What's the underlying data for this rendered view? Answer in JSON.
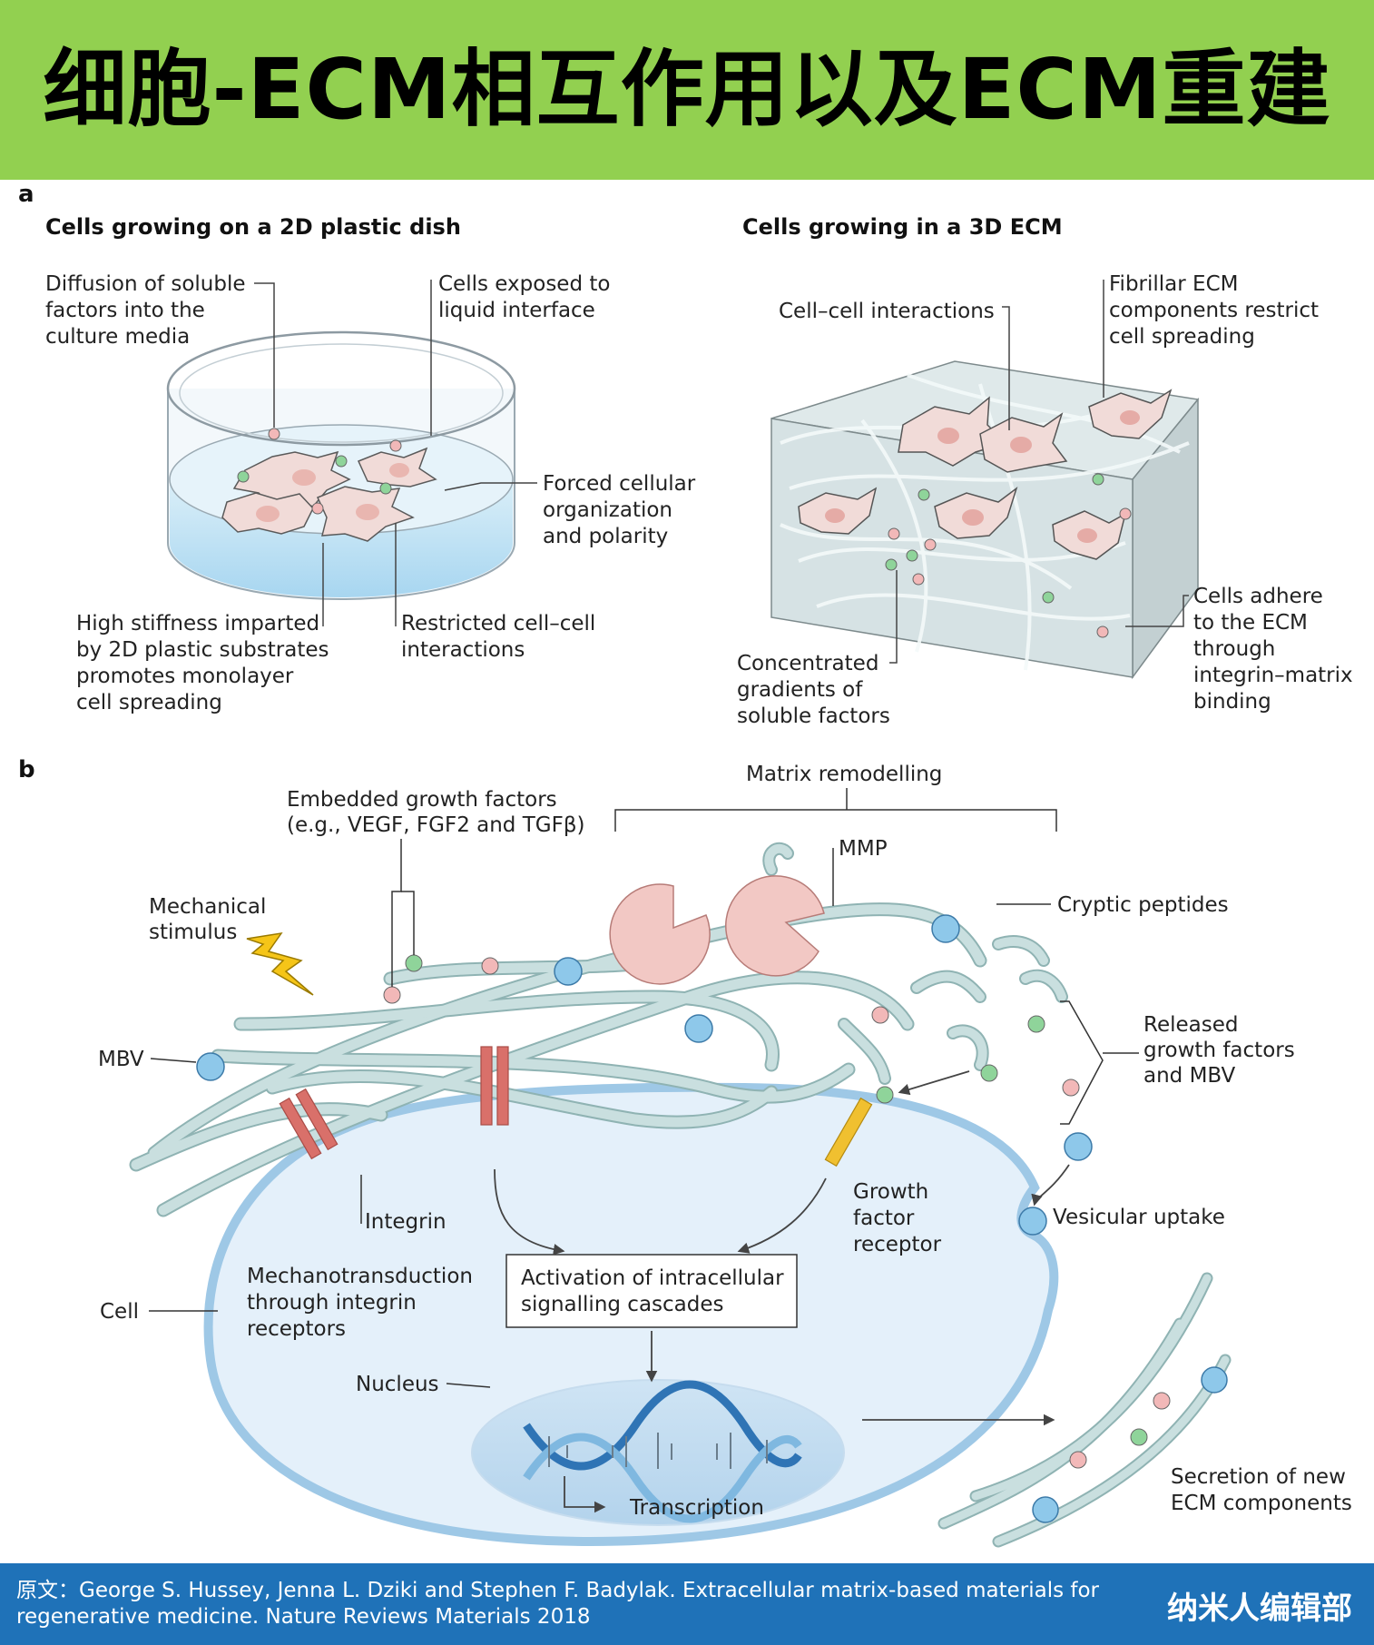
{
  "header": {
    "title": "细胞-ECM相互作用以及ECM重建"
  },
  "panel_a": {
    "letter": "a",
    "left_title": "Cells growing on a 2D plastic dish",
    "right_title": "Cells growing in a 3D ECM",
    "diffusion": [
      "Diffusion of soluble",
      "factors into the",
      "culture media"
    ],
    "exposed": [
      "Cells exposed to",
      "liquid interface"
    ],
    "forced": [
      "Forced cellular",
      "organization",
      "and polarity"
    ],
    "stiffness": [
      "High stiffness imparted",
      "by 2D plastic substrates",
      "promotes monolayer",
      "cell spreading"
    ],
    "restricted": [
      "Restricted cell–cell",
      "interactions"
    ],
    "cellcell": [
      "Cell–cell interactions"
    ],
    "fibrillar": [
      "Fibrillar ECM",
      "components restrict",
      "cell spreading"
    ],
    "adhere": [
      "Cells adhere",
      "to the ECM",
      "through",
      "integrin–matrix",
      "binding"
    ],
    "gradients": [
      "Concentrated",
      "gradients of",
      "soluble factors"
    ]
  },
  "panel_b": {
    "letter": "b",
    "remodel": [
      "Matrix remodelling"
    ],
    "embedded": [
      "Embedded growth factors",
      "(e.g., VEGF, FGF2 and TGFβ)"
    ],
    "mmp": [
      "MMP"
    ],
    "cryptic": [
      "Cryptic peptides"
    ],
    "mech": [
      "Mechanical",
      "stimulus"
    ],
    "mbv": [
      "MBV"
    ],
    "released": [
      "Released",
      "growth factors",
      "and MBV"
    ],
    "integrin": [
      "Integrin"
    ],
    "gfr": [
      "Growth",
      "factor",
      "receptor"
    ],
    "vesicular": [
      "Vesicular uptake"
    ],
    "cell": [
      "Cell"
    ],
    "mechano": [
      "Mechanotransduction",
      "through integrin",
      "receptors"
    ],
    "activation": [
      "Activation of intracellular",
      "signalling cascades"
    ],
    "nucleus": [
      "Nucleus"
    ],
    "transcription": [
      "Transcription"
    ],
    "secretion": [
      "Secretion of new",
      "ECM components"
    ]
  },
  "footer": {
    "citation": "原文：George S. Hussey, Jenna L. Dziki and Stephen F. Badylak. Extracellular matrix-based materials for regenerative medicine. Nature Reviews Materials 2018",
    "brand": "纳米人编辑部"
  },
  "colors": {
    "banner": "#92d050",
    "footer": "#1f72b8",
    "fiber": "#c4dcdc",
    "fiber_edge": "#8fb3b3",
    "cell_fill": "#e4f0fa",
    "cell_edge": "#9ec8e6",
    "mmp": "#f2c8c4",
    "integrin": "#d9706a",
    "gf_receptor": "#f0c030",
    "green_factor": "#8fd49a",
    "pink_factor": "#f2b8b8",
    "blue_vesicle": "#8ec8ea"
  }
}
